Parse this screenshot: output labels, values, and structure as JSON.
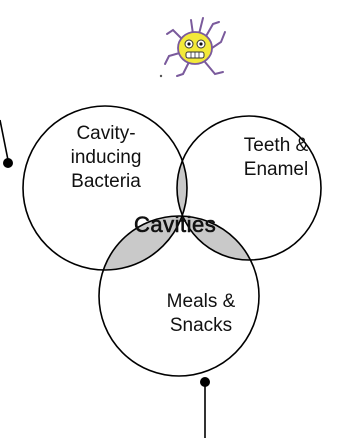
{
  "diagram": {
    "circles": [
      {
        "id": "bacteria",
        "lines": [
          "Cavity-",
          "inducing",
          "Bacteria"
        ]
      },
      {
        "id": "teeth",
        "lines": [
          "Teeth &",
          "Enamel"
        ]
      },
      {
        "id": "meals",
        "lines": [
          "Meals &",
          "Snacks"
        ]
      }
    ],
    "center_label": "Cavities",
    "colors": {
      "outline": "#000000",
      "overlap_fill": "#c9c9c9",
      "bug_body": "#f2e93a",
      "bug_outline": "#7a5a9c"
    },
    "icon": "cartoon-germ-icon"
  }
}
